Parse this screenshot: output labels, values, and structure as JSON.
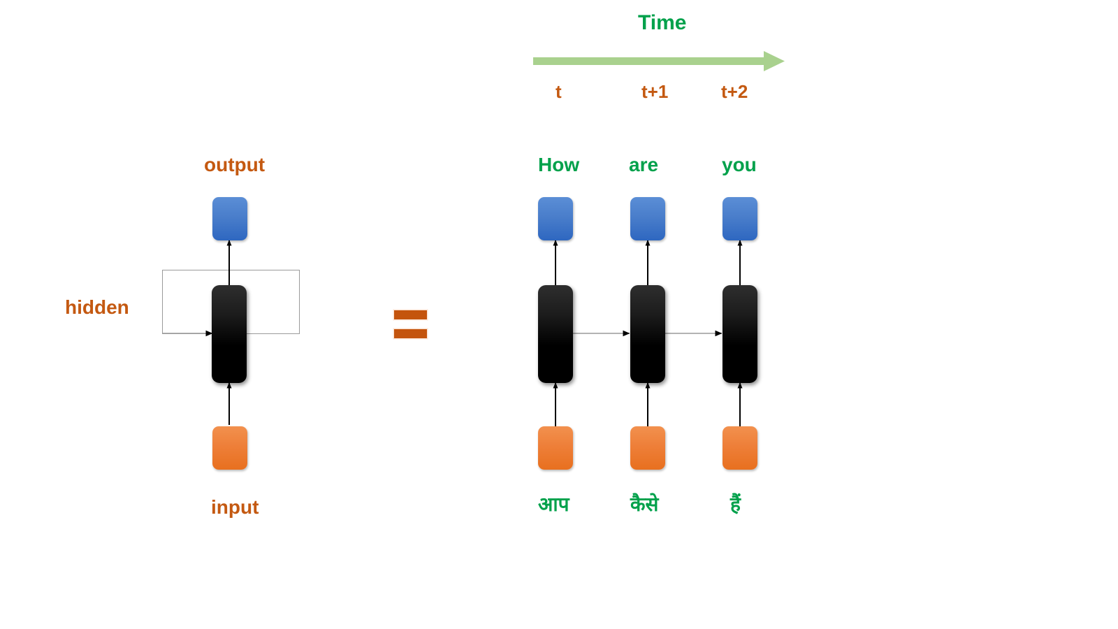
{
  "diagram": {
    "title_time": "Time",
    "equals_symbol": "=",
    "time_ticks": [
      "t",
      "t+1",
      "t+2"
    ],
    "left_panel": {
      "output_label": "output",
      "hidden_label": "hidden",
      "input_label": "input"
    },
    "right_panel": {
      "output_words": [
        "How",
        "are",
        "you"
      ],
      "input_words": [
        "आप",
        "कैसे",
        "हैं"
      ]
    },
    "colors": {
      "label_orange": "#c45911",
      "word_green": "#00a14b",
      "time_arrow_green": "#a9d18e",
      "output_box_blue": "#4a7ecb",
      "input_box_orange": "#ee7f39",
      "cell_black": "#000000",
      "equals_orange": "#c4540d",
      "loop_gray": "#9a9a9a"
    }
  }
}
